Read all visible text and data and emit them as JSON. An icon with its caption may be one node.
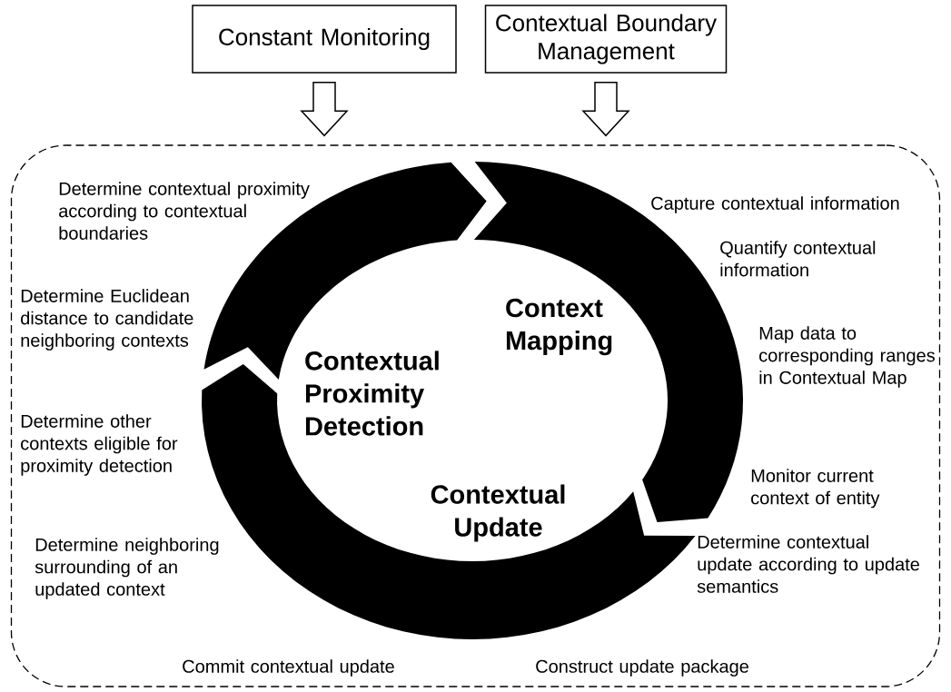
{
  "diagram": {
    "nodes": [
      {
        "text": [
          "Constant Monitoring"
        ]
      },
      {
        "text": [
          "Contextual Boundary Management"
        ]
      },
      {
        "text": [],
        "shape": "box"
      },
      {
        "text": [
          "Contextual Proximity Detection"
        ],
        "in": 2
      },
      {
        "text": [
          "Context Mapping"
        ],
        "in": 2
      },
      {
        "text": [
          "Contextual Update"
        ],
        "in": 2
      }
    ],
    "edges": [
      {
        "from": 0,
        "to": 2,
        "arrow": "to"
      },
      {
        "from": 1,
        "to": 2,
        "arrow": "to"
      }
    ],
    "labels": [
      "Determine contextual proximity according to contextual boundaries",
      "Capture contextual information",
      "Quantify contextual information",
      "Determine Euclidean distance to candidate neighboring contexts",
      "Map data to corresponding ranges in Contextual Map",
      "Determine other contexts eligible for proximity detection",
      "Monitor current context of entity",
      "Determine neighboring surrounding of an updated context",
      "Determine contextual update according to update semantics",
      "Commit contextual update",
      "Construct update package"
    ]
  }
}
